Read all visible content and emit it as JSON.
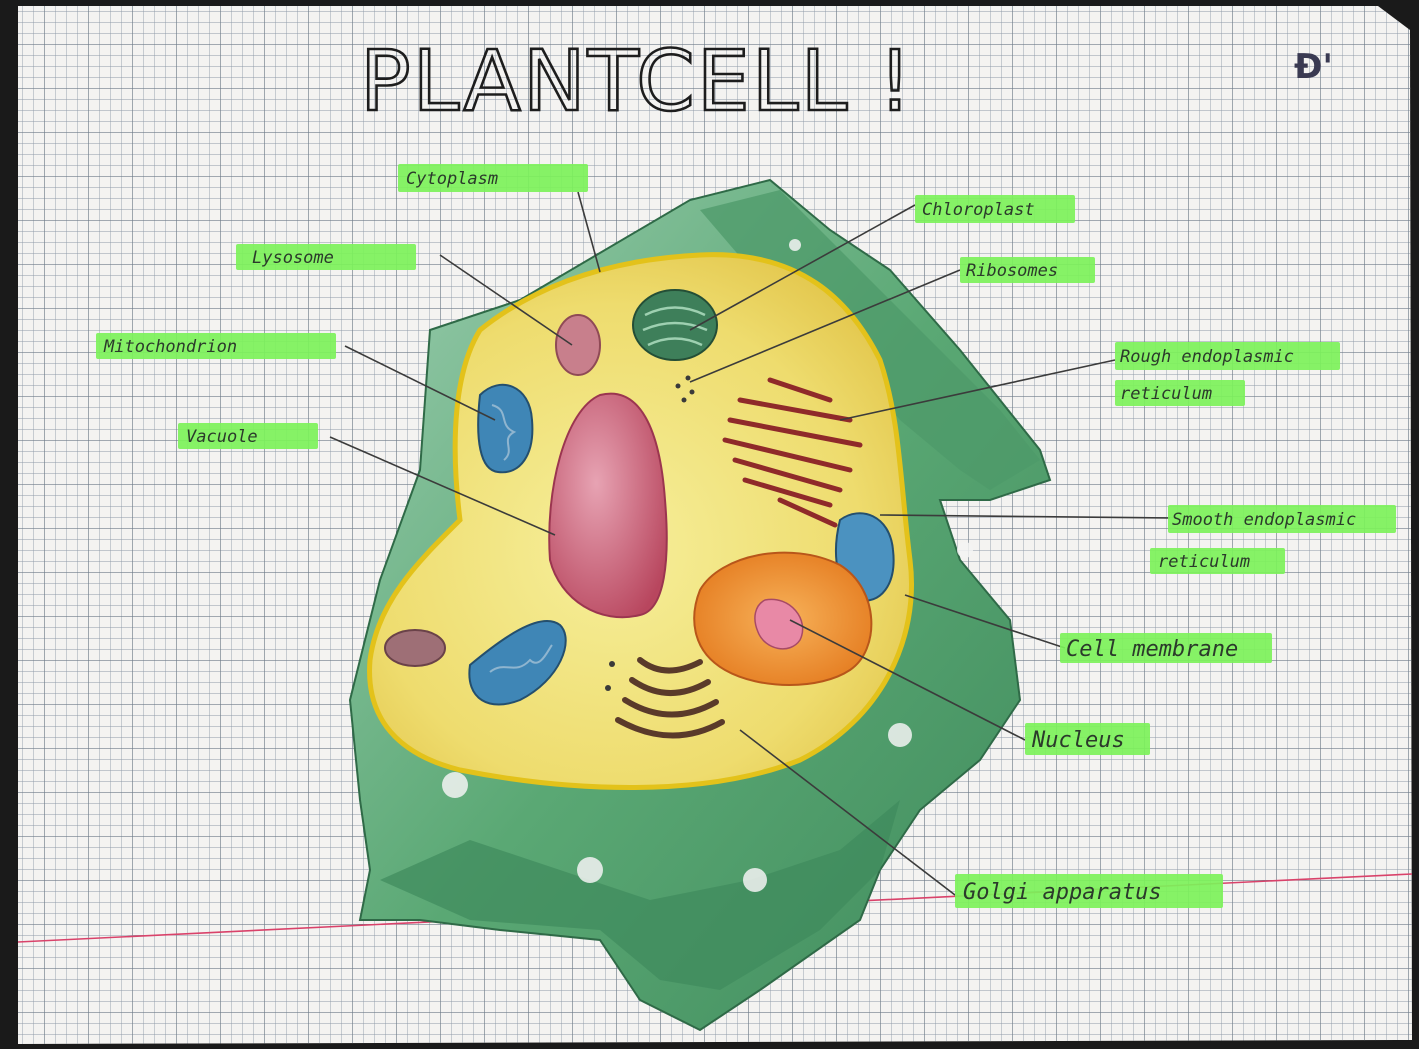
{
  "title": "PLANTCELL !",
  "corner_logo": "Ð'",
  "colors": {
    "paper": "#f4f3f1",
    "grid": "#8e9aa8",
    "highlight": "#7cf25a",
    "cell_wall": "#5aa874",
    "cytoplasm": "#f1e58a",
    "membrane": "#e3c21a",
    "vacuole": "#c9586f",
    "nucleus": "#ef8a2a",
    "mitochondrion": "#3f86b6",
    "er": "#8f2a2a",
    "golgi": "#5a3a2a"
  },
  "labels": {
    "cytoplasm": "Cytoplasm",
    "lysosome": "Lysosome",
    "mitochondrion": "Mitochondrion",
    "vacuole": "Vacuole",
    "chloroplast": "Chloroplast",
    "ribosomes": "Ribosomes",
    "rough_er_1": "Rough endoplasmic",
    "rough_er_2": "reticulum",
    "smooth_er_1": "Smooth endoplasmic",
    "smooth_er_2": "reticulum",
    "cell_membrane": "Cell membrane",
    "nucleus": "Nucleus",
    "golgi": "Golgi apparatus"
  }
}
